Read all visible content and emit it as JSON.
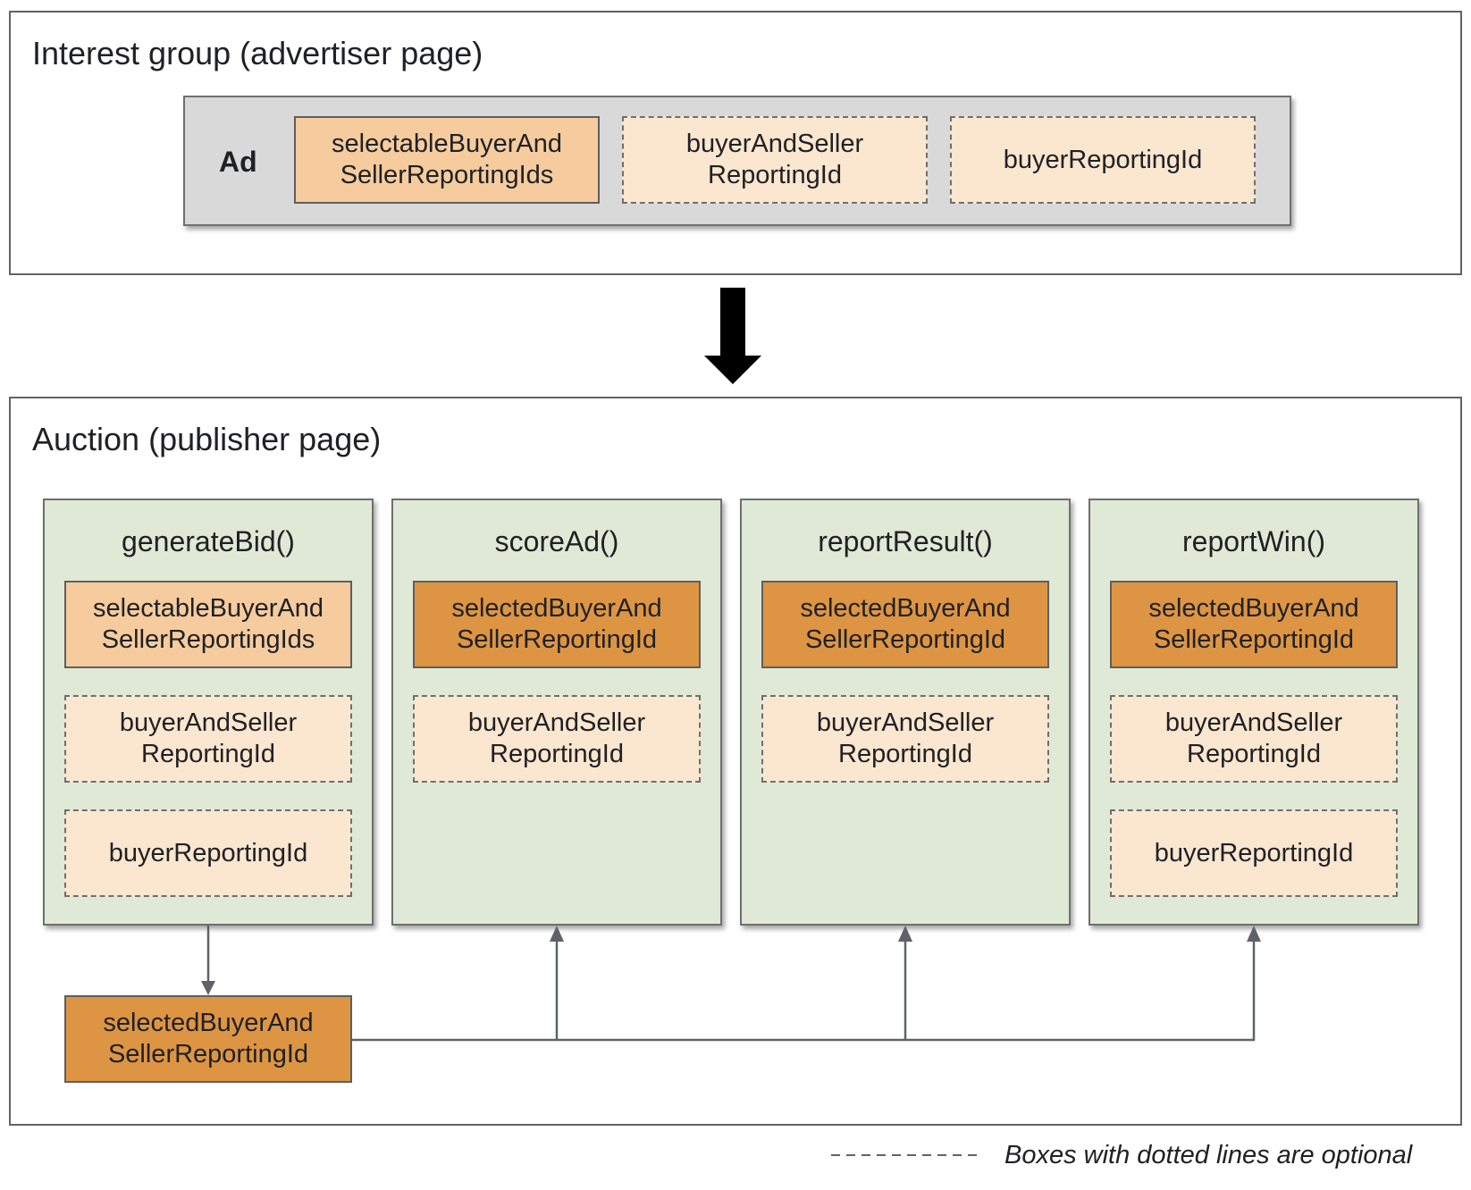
{
  "interest_group": {
    "title": "Interest group (advertiser page)",
    "ad_label": "Ad",
    "ad_items": [
      {
        "lines": [
          "selectableBuyerAnd",
          "SellerReportingIds"
        ],
        "style": "light"
      },
      {
        "lines": [
          "buyerAndSeller",
          "ReportingId"
        ],
        "style": "optional"
      },
      {
        "lines": [
          "buyerReportingId"
        ],
        "style": "optional"
      }
    ]
  },
  "auction": {
    "title": "Auction (publisher page)",
    "functions": [
      {
        "name": "generateBid()",
        "items": [
          {
            "lines": [
              "selectableBuyerAnd",
              "SellerReportingIds"
            ],
            "style": "light"
          },
          {
            "lines": [
              "buyerAndSeller",
              "ReportingId"
            ],
            "style": "optional"
          },
          {
            "lines": [
              "buyerReportingId"
            ],
            "style": "optional"
          }
        ]
      },
      {
        "name": "scoreAd()",
        "items": [
          {
            "lines": [
              "selectedBuyerAnd",
              "SellerReportingId"
            ],
            "style": "dark"
          },
          {
            "lines": [
              "buyerAndSeller",
              "ReportingId"
            ],
            "style": "optional"
          }
        ]
      },
      {
        "name": "reportResult()",
        "items": [
          {
            "lines": [
              "selectedBuyerAnd",
              "SellerReportingId"
            ],
            "style": "dark"
          },
          {
            "lines": [
              "buyerAndSeller",
              "ReportingId"
            ],
            "style": "optional"
          }
        ]
      },
      {
        "name": "reportWin()",
        "items": [
          {
            "lines": [
              "selectedBuyerAnd",
              "SellerReportingId"
            ],
            "style": "dark"
          },
          {
            "lines": [
              "buyerAndSeller",
              "ReportingId"
            ],
            "style": "optional"
          },
          {
            "lines": [
              "buyerReportingId"
            ],
            "style": "optional"
          }
        ]
      }
    ],
    "output_box": {
      "lines": [
        "selectedBuyerAnd",
        "SellerReportingId"
      ],
      "style": "dark"
    }
  },
  "legend": {
    "text": "Boxes with dotted lines are optional"
  },
  "colors": {
    "section_border": "#5f6368",
    "ad_strip_bg": "#d9d9d9",
    "function_card_bg": "#dfe9d6",
    "light_orange": "#f6cc9e",
    "dark_orange": "#dd9544",
    "optional_bg": "#fbe6cf",
    "arrow": "#000000",
    "connector": "#5f6368"
  }
}
